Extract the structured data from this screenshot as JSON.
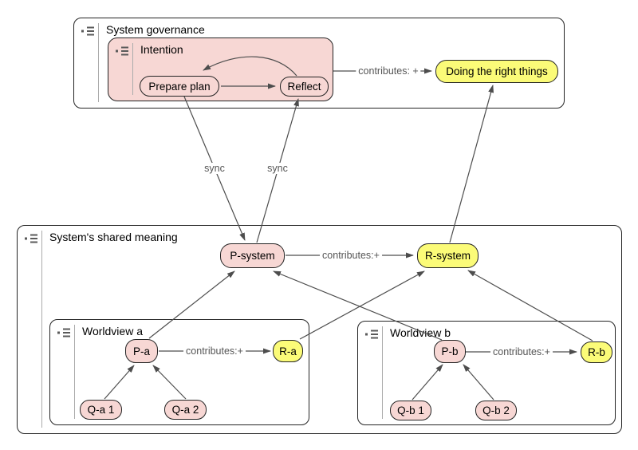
{
  "diagram": {
    "palette": {
      "background": "#ffffff",
      "pink_fill": "#f7d7d4",
      "yellow_fill": "#fbfb78",
      "node_border": "#242424",
      "edge_color": "#4d4d4d",
      "edge_label_color": "#555555",
      "icon_color": "#5a5a5a",
      "divider_color": "#ababab"
    },
    "containers": {
      "governance": {
        "title": "System governance"
      },
      "intention": {
        "title": "Intention"
      },
      "sharedMeaning": {
        "title": "System's shared meaning"
      },
      "worldviewA": {
        "title": "Worldview a"
      },
      "worldviewB": {
        "title": "Worldview b"
      }
    },
    "nodes": {
      "preparePlan": "Prepare plan",
      "reflect": "Reflect",
      "doing": "Doing the right things",
      "pSystem": "P-system",
      "rSystem": "R-system",
      "pA": "P-a",
      "rA": "R-a",
      "qA1": "Q-a 1",
      "qA2": "Q-a 2",
      "pB": "P-b",
      "rB": "R-b",
      "qB1": "Q-b 1",
      "qB2": "Q-b 2"
    },
    "edges": [
      {
        "from": "Prepare plan",
        "to": "Reflect",
        "label": ""
      },
      {
        "from": "Reflect",
        "to": "Prepare plan",
        "label": ""
      },
      {
        "from": "Intention",
        "to": "Doing the right things",
        "label": "contributes: +"
      },
      {
        "from": "Prepare plan",
        "to": "P-system",
        "label": "sync"
      },
      {
        "from": "P-system",
        "to": "Reflect",
        "label": "sync"
      },
      {
        "from": "P-system",
        "to": "R-system",
        "label": "contributes:+"
      },
      {
        "from": "R-system",
        "to": "Doing the right things",
        "label": ""
      },
      {
        "from": "P-a",
        "to": "P-system",
        "label": ""
      },
      {
        "from": "R-a",
        "to": "R-system",
        "label": ""
      },
      {
        "from": "P-b",
        "to": "P-system",
        "label": ""
      },
      {
        "from": "R-b",
        "to": "R-system",
        "label": ""
      },
      {
        "from": "Q-a 1",
        "to": "P-a",
        "label": ""
      },
      {
        "from": "Q-a 2",
        "to": "P-a",
        "label": ""
      },
      {
        "from": "P-a",
        "to": "R-a",
        "label": "contributes:+"
      },
      {
        "from": "Q-b 1",
        "to": "P-b",
        "label": ""
      },
      {
        "from": "Q-b 2",
        "to": "P-b",
        "label": ""
      },
      {
        "from": "P-b",
        "to": "R-b",
        "label": "contributes:+"
      }
    ]
  }
}
